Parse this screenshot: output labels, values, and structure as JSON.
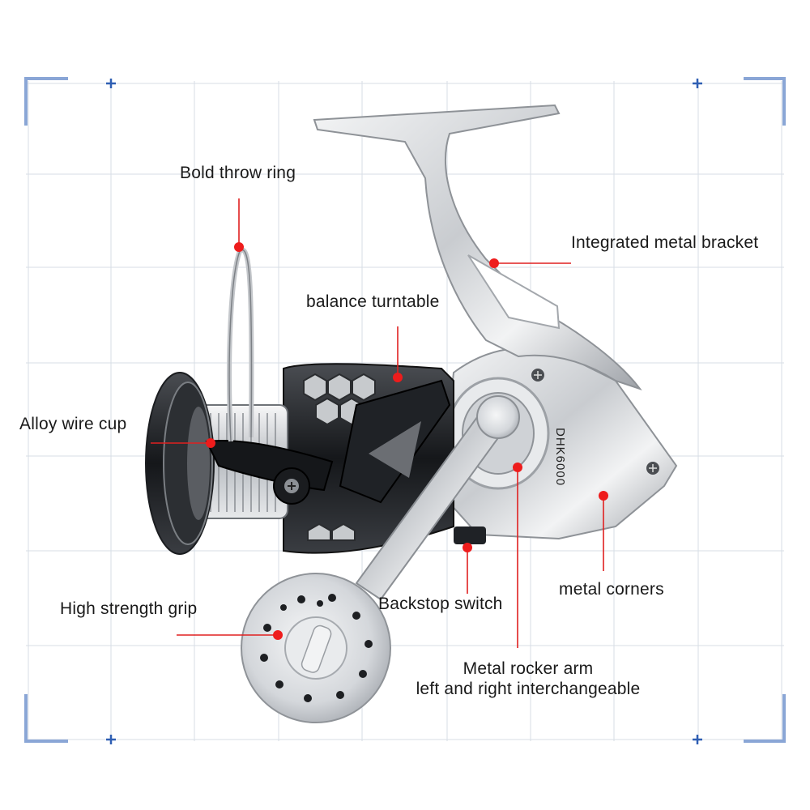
{
  "model": "DHK6000",
  "colors": {
    "grid": "#d7dde6",
    "frame": "#8aa6d6",
    "cross": "#2f5fb3",
    "pointer": "#e02020",
    "dot": "#ee1c1c"
  },
  "labels": {
    "bold_throw_ring": "Bold throw ring",
    "integrated_metal_bracket": "Integrated metal bracket",
    "balance_turntable": "balance turntable",
    "alloy_wire_cup": "Alloy wire cup",
    "metal_corners": "metal corners",
    "high_strength_grip": "High strength grip",
    "backstop_switch": "Backstop switch",
    "metal_rocker_arm_line1": "Metal rocker arm",
    "metal_rocker_arm_line2": "left and right interchangeable"
  }
}
